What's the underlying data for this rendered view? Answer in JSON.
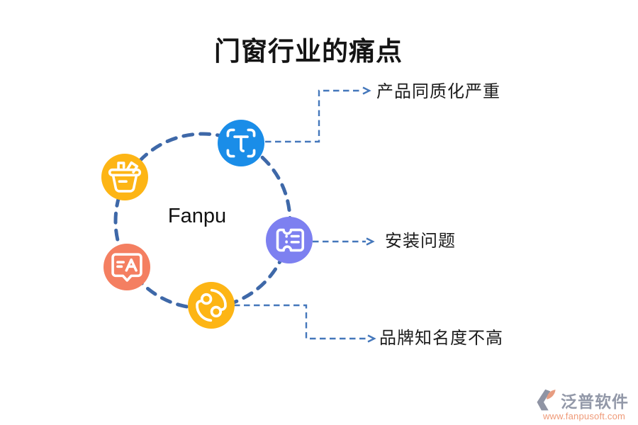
{
  "title": "门窗行业的痛点",
  "diagram": {
    "center_label": "Fanpu",
    "nodes": [
      {
        "name": "text-scan",
        "icon": "text-scan-icon",
        "color": "#1a8de8"
      },
      {
        "name": "shopping-basket",
        "icon": "shopping-basket-icon",
        "color": "#fdb515"
      },
      {
        "name": "chat-translate",
        "icon": "chat-translate-icon",
        "color": "#f47f61"
      },
      {
        "name": "ticket",
        "icon": "ticket-icon",
        "color": "#7d80f0"
      },
      {
        "name": "sync",
        "icon": "sync-icon",
        "color": "#fdb515"
      }
    ]
  },
  "pain_points": [
    {
      "label": "产品同质化严重"
    },
    {
      "label": "安装问题"
    },
    {
      "label": "品牌知名度不高"
    }
  ],
  "watermark": {
    "brand": "泛普软件",
    "url": "www.fanpusoft.com"
  },
  "colors": {
    "circle_dash": "#3e68a8",
    "connector": "#4477bb",
    "node_blue": "#1a8de8",
    "node_yellow": "#fdb515",
    "node_coral": "#f47f61",
    "node_purple": "#7d80f0",
    "title_text": "#141414",
    "label_text": "#1c1c1c",
    "watermark_gray": "#9298a8",
    "watermark_orange": "#ef9a78"
  }
}
